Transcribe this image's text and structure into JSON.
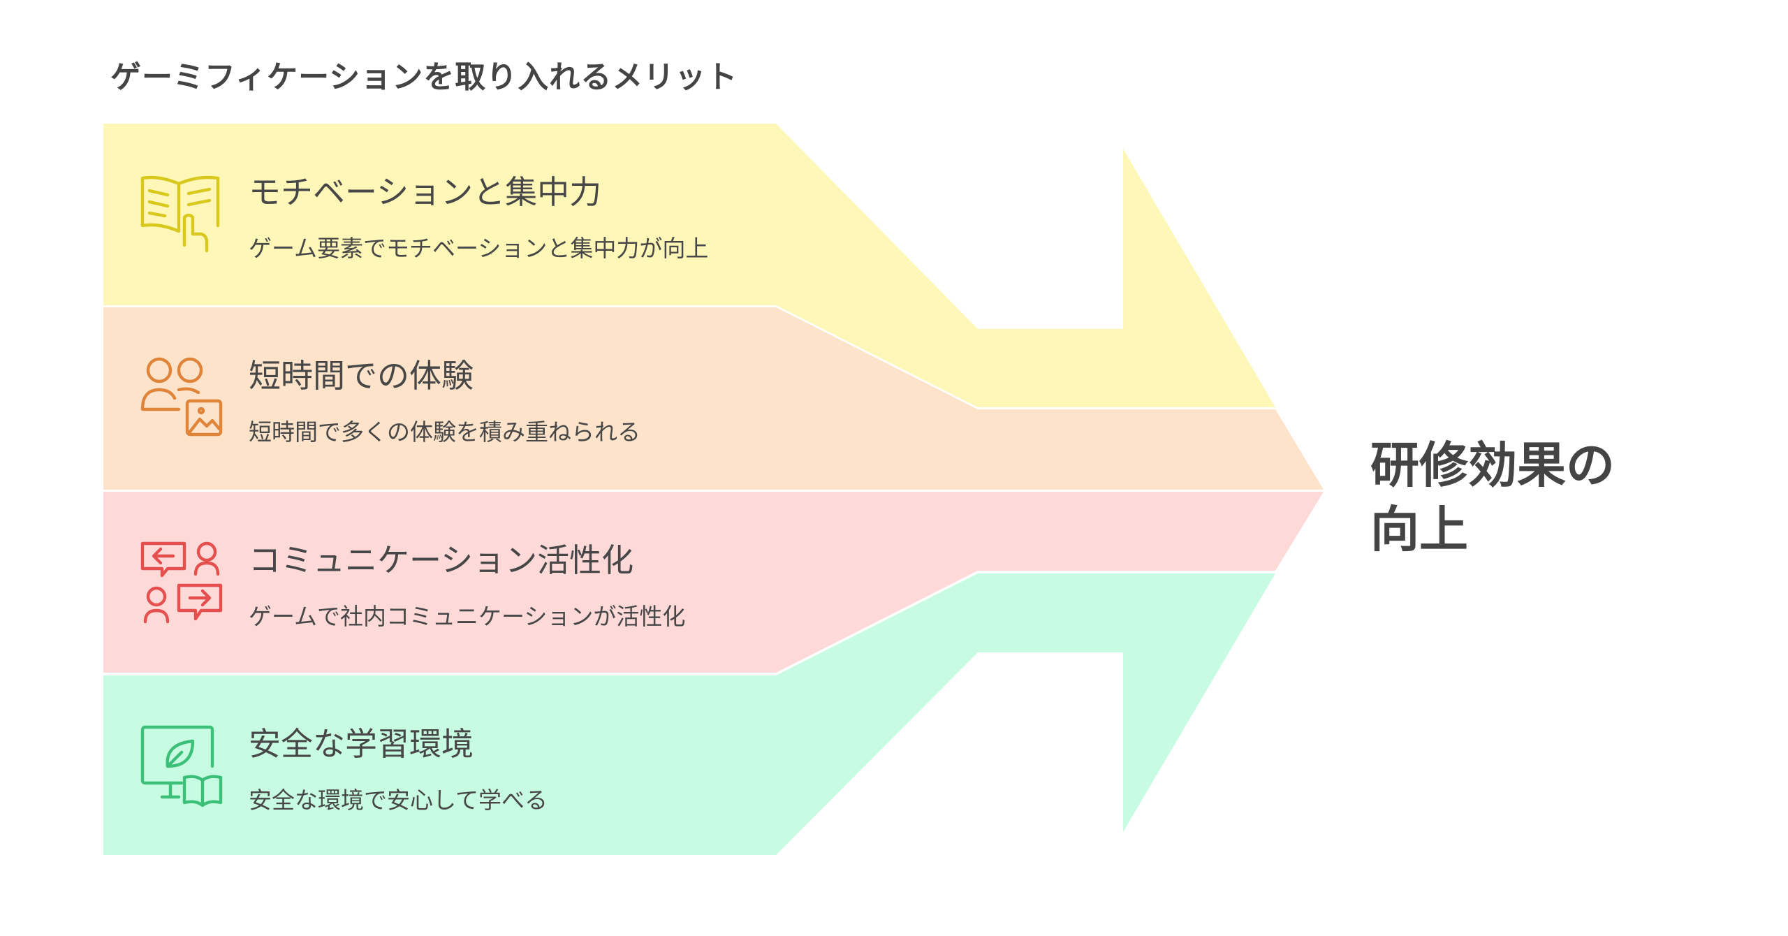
{
  "title": "ゲーミフィケーションを取り入れるメリット",
  "result": {
    "line1": "研修効果の",
    "line2": "向上"
  },
  "items": [
    {
      "heading": "モチベーションと集中力",
      "description": "ゲーム要素でモチベーションと集中力が向上",
      "icon": "book-touch-icon",
      "fill": "#FFF7B8",
      "icon_color": "#D8C71C"
    },
    {
      "heading": "短時間での体験",
      "description": "短時間で多くの体験を積み重ねられる",
      "icon": "users-image-icon",
      "fill": "#FDE3CA",
      "icon_color": "#E0843A"
    },
    {
      "heading": "コミュニケーション活性化",
      "description": "ゲームで社内コミュニケーションが活性化",
      "icon": "chat-exchange-icon",
      "fill": "#FDD9D8",
      "icon_color": "#E5504F"
    },
    {
      "heading": "安全な学習環境",
      "description": "安全な環境で安心して学べる",
      "icon": "monitor-leaf-book-icon",
      "fill": "#C8FCE2",
      "icon_color": "#3CBF78"
    }
  ]
}
